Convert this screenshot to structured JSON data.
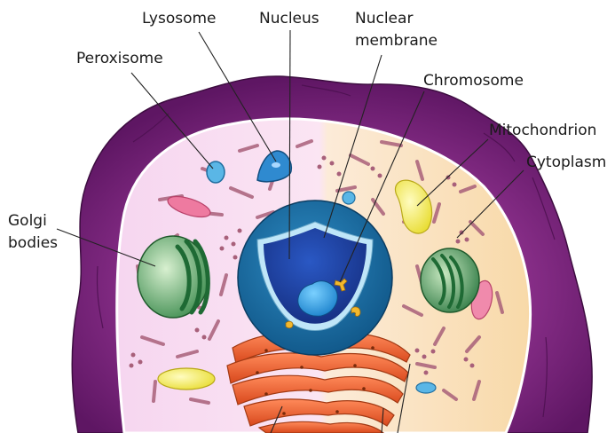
{
  "labels": {
    "lysosome": "Lysosome",
    "nucleus": "Nucleus",
    "nuclear_membrane_1": "Nuclear",
    "nuclear_membrane_2": "membrane",
    "peroxisome": "Peroxisome",
    "chromosome": "Chromosome",
    "mitochondrion": "Mitochondrion",
    "cytoplasm": "Cytoplasm",
    "golgi_1": "Golgi",
    "golgi_2": "bodies"
  },
  "colors": {
    "cell_membrane": "#6b1a6e",
    "cytoplasm_left": "#f8dff2",
    "cytoplasm_right": "#fbe6c8",
    "nucleus_outer": "#1c73a8",
    "nucleus_inner": "#1e3fa0",
    "nucleolus": "#3aa0e0",
    "er": "#f26a3c",
    "golgi": "#2f8a4a",
    "mitochondrion": "#f0ea60",
    "lysosome": "#2f8ad0",
    "peroxisome": "#5ab6e6",
    "filaments": "#a8607a"
  }
}
